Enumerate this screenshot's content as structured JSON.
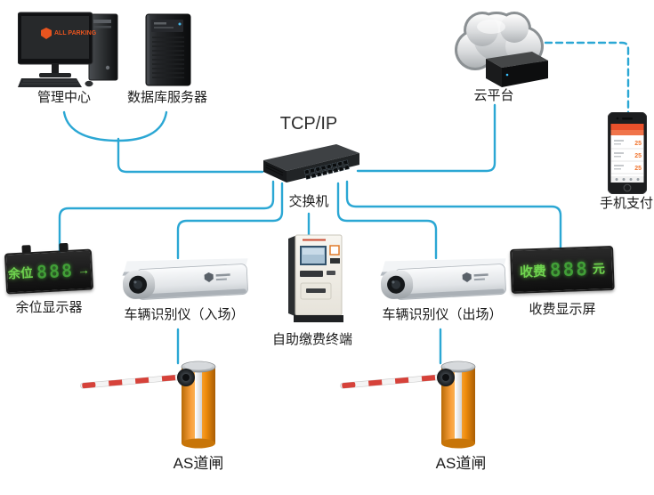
{
  "diagram": {
    "title_protocol": "TCP/IP",
    "line_color": "#2BA7D4",
    "nodes": {
      "management_center": {
        "label": "管理中心",
        "monitor_logo": "ALL PARKING"
      },
      "database_server": {
        "label": "数据库服务器"
      },
      "cloud_platform": {
        "label": "云平台"
      },
      "mobile_payment": {
        "label": "手机支付",
        "amounts": [
          "25",
          "25",
          "25"
        ]
      },
      "switch": {
        "label": "交换机"
      },
      "space_display": {
        "label": "余位显示器",
        "screen": {
          "prefix": "余位",
          "digits": "888",
          "suffix": "→"
        }
      },
      "entry_camera": {
        "label": "车辆识别仪（入场）"
      },
      "payment_kiosk": {
        "label": "自助缴费终端"
      },
      "exit_camera": {
        "label": "车辆识别仪（出场）"
      },
      "fee_display": {
        "label": "收费显示屏",
        "screen": {
          "prefix": "收费",
          "digits": "888",
          "suffix": "元"
        }
      },
      "entry_gate": {
        "label": "AS道闸"
      },
      "exit_gate": {
        "label": "AS道闸"
      }
    },
    "colors": {
      "led_text_green": "#6FD34F",
      "led_digit_green": "#419E37",
      "gate_orange": "#F29111",
      "arm_red": "#D6423A",
      "phone_accent": "#EE5F33"
    }
  }
}
